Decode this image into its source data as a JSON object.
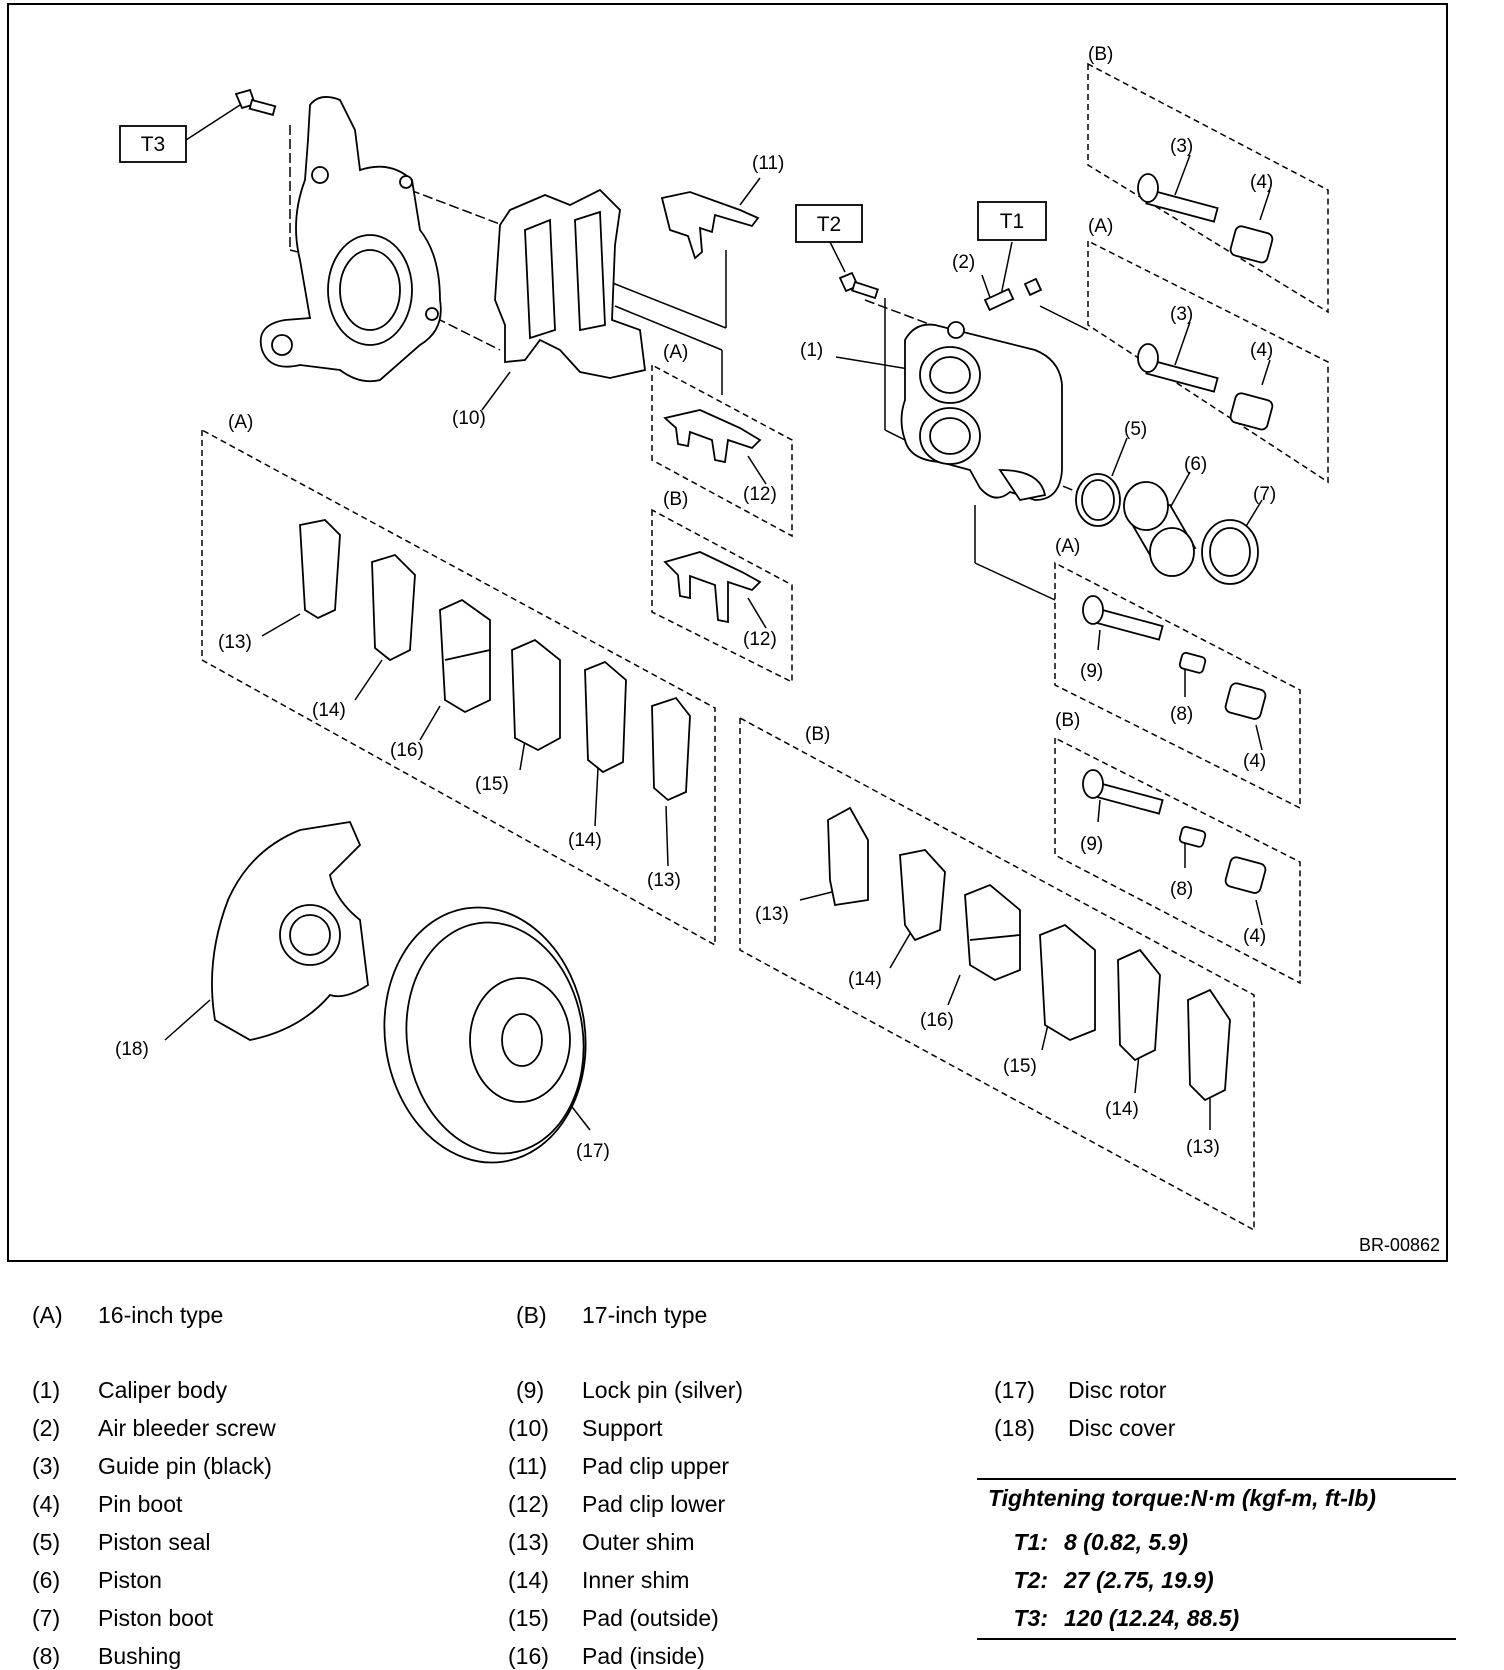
{
  "figure_id": "BR-00862",
  "callouts": {
    "t1": "T1",
    "t2": "T2",
    "t3": "T3",
    "A": "(A)",
    "B": "(B)",
    "p1": "(1)",
    "p2": "(2)",
    "p3": "(3)",
    "p4": "(4)",
    "p5": "(5)",
    "p6": "(6)",
    "p7": "(7)",
    "p8": "(8)",
    "p9": "(9)",
    "p10": "(10)",
    "p11": "(11)",
    "p12": "(12)",
    "p13": "(13)",
    "p14": "(14)",
    "p15": "(15)",
    "p16": "(16)",
    "p17": "(17)",
    "p18": "(18)"
  },
  "legend": {
    "types": [
      {
        "key": "(A)",
        "label": "16-inch type"
      },
      {
        "key": "(B)",
        "label": "17-inch type"
      }
    ],
    "col1": [
      {
        "key": "(1)",
        "label": "Caliper body"
      },
      {
        "key": "(2)",
        "label": "Air bleeder screw"
      },
      {
        "key": "(3)",
        "label": "Guide pin (black)"
      },
      {
        "key": "(4)",
        "label": "Pin boot"
      },
      {
        "key": "(5)",
        "label": "Piston seal"
      },
      {
        "key": "(6)",
        "label": "Piston"
      },
      {
        "key": "(7)",
        "label": "Piston boot"
      },
      {
        "key": "(8)",
        "label": "Bushing"
      }
    ],
    "col2": [
      {
        "key": "(9)",
        "label": "Lock pin (silver)"
      },
      {
        "key": "(10)",
        "label": "Support"
      },
      {
        "key": "(11)",
        "label": "Pad clip upper"
      },
      {
        "key": "(12)",
        "label": "Pad clip lower"
      },
      {
        "key": "(13)",
        "label": "Outer shim"
      },
      {
        "key": "(14)",
        "label": "Inner shim"
      },
      {
        "key": "(15)",
        "label": "Pad (outside)"
      },
      {
        "key": "(16)",
        "label": "Pad (inside)"
      }
    ],
    "col3": [
      {
        "key": "(17)",
        "label": "Disc rotor"
      },
      {
        "key": "(18)",
        "label": "Disc cover"
      }
    ]
  },
  "torque": {
    "title": "Tightening torque:N·m (kgf-m, ft-lb)",
    "rows": [
      {
        "key": "T1:",
        "value": "8 (0.82, 5.9)"
      },
      {
        "key": "T2:",
        "value": "27 (2.75, 19.9)"
      },
      {
        "key": "T3:",
        "value": "120 (12.24, 88.5)"
      }
    ]
  }
}
